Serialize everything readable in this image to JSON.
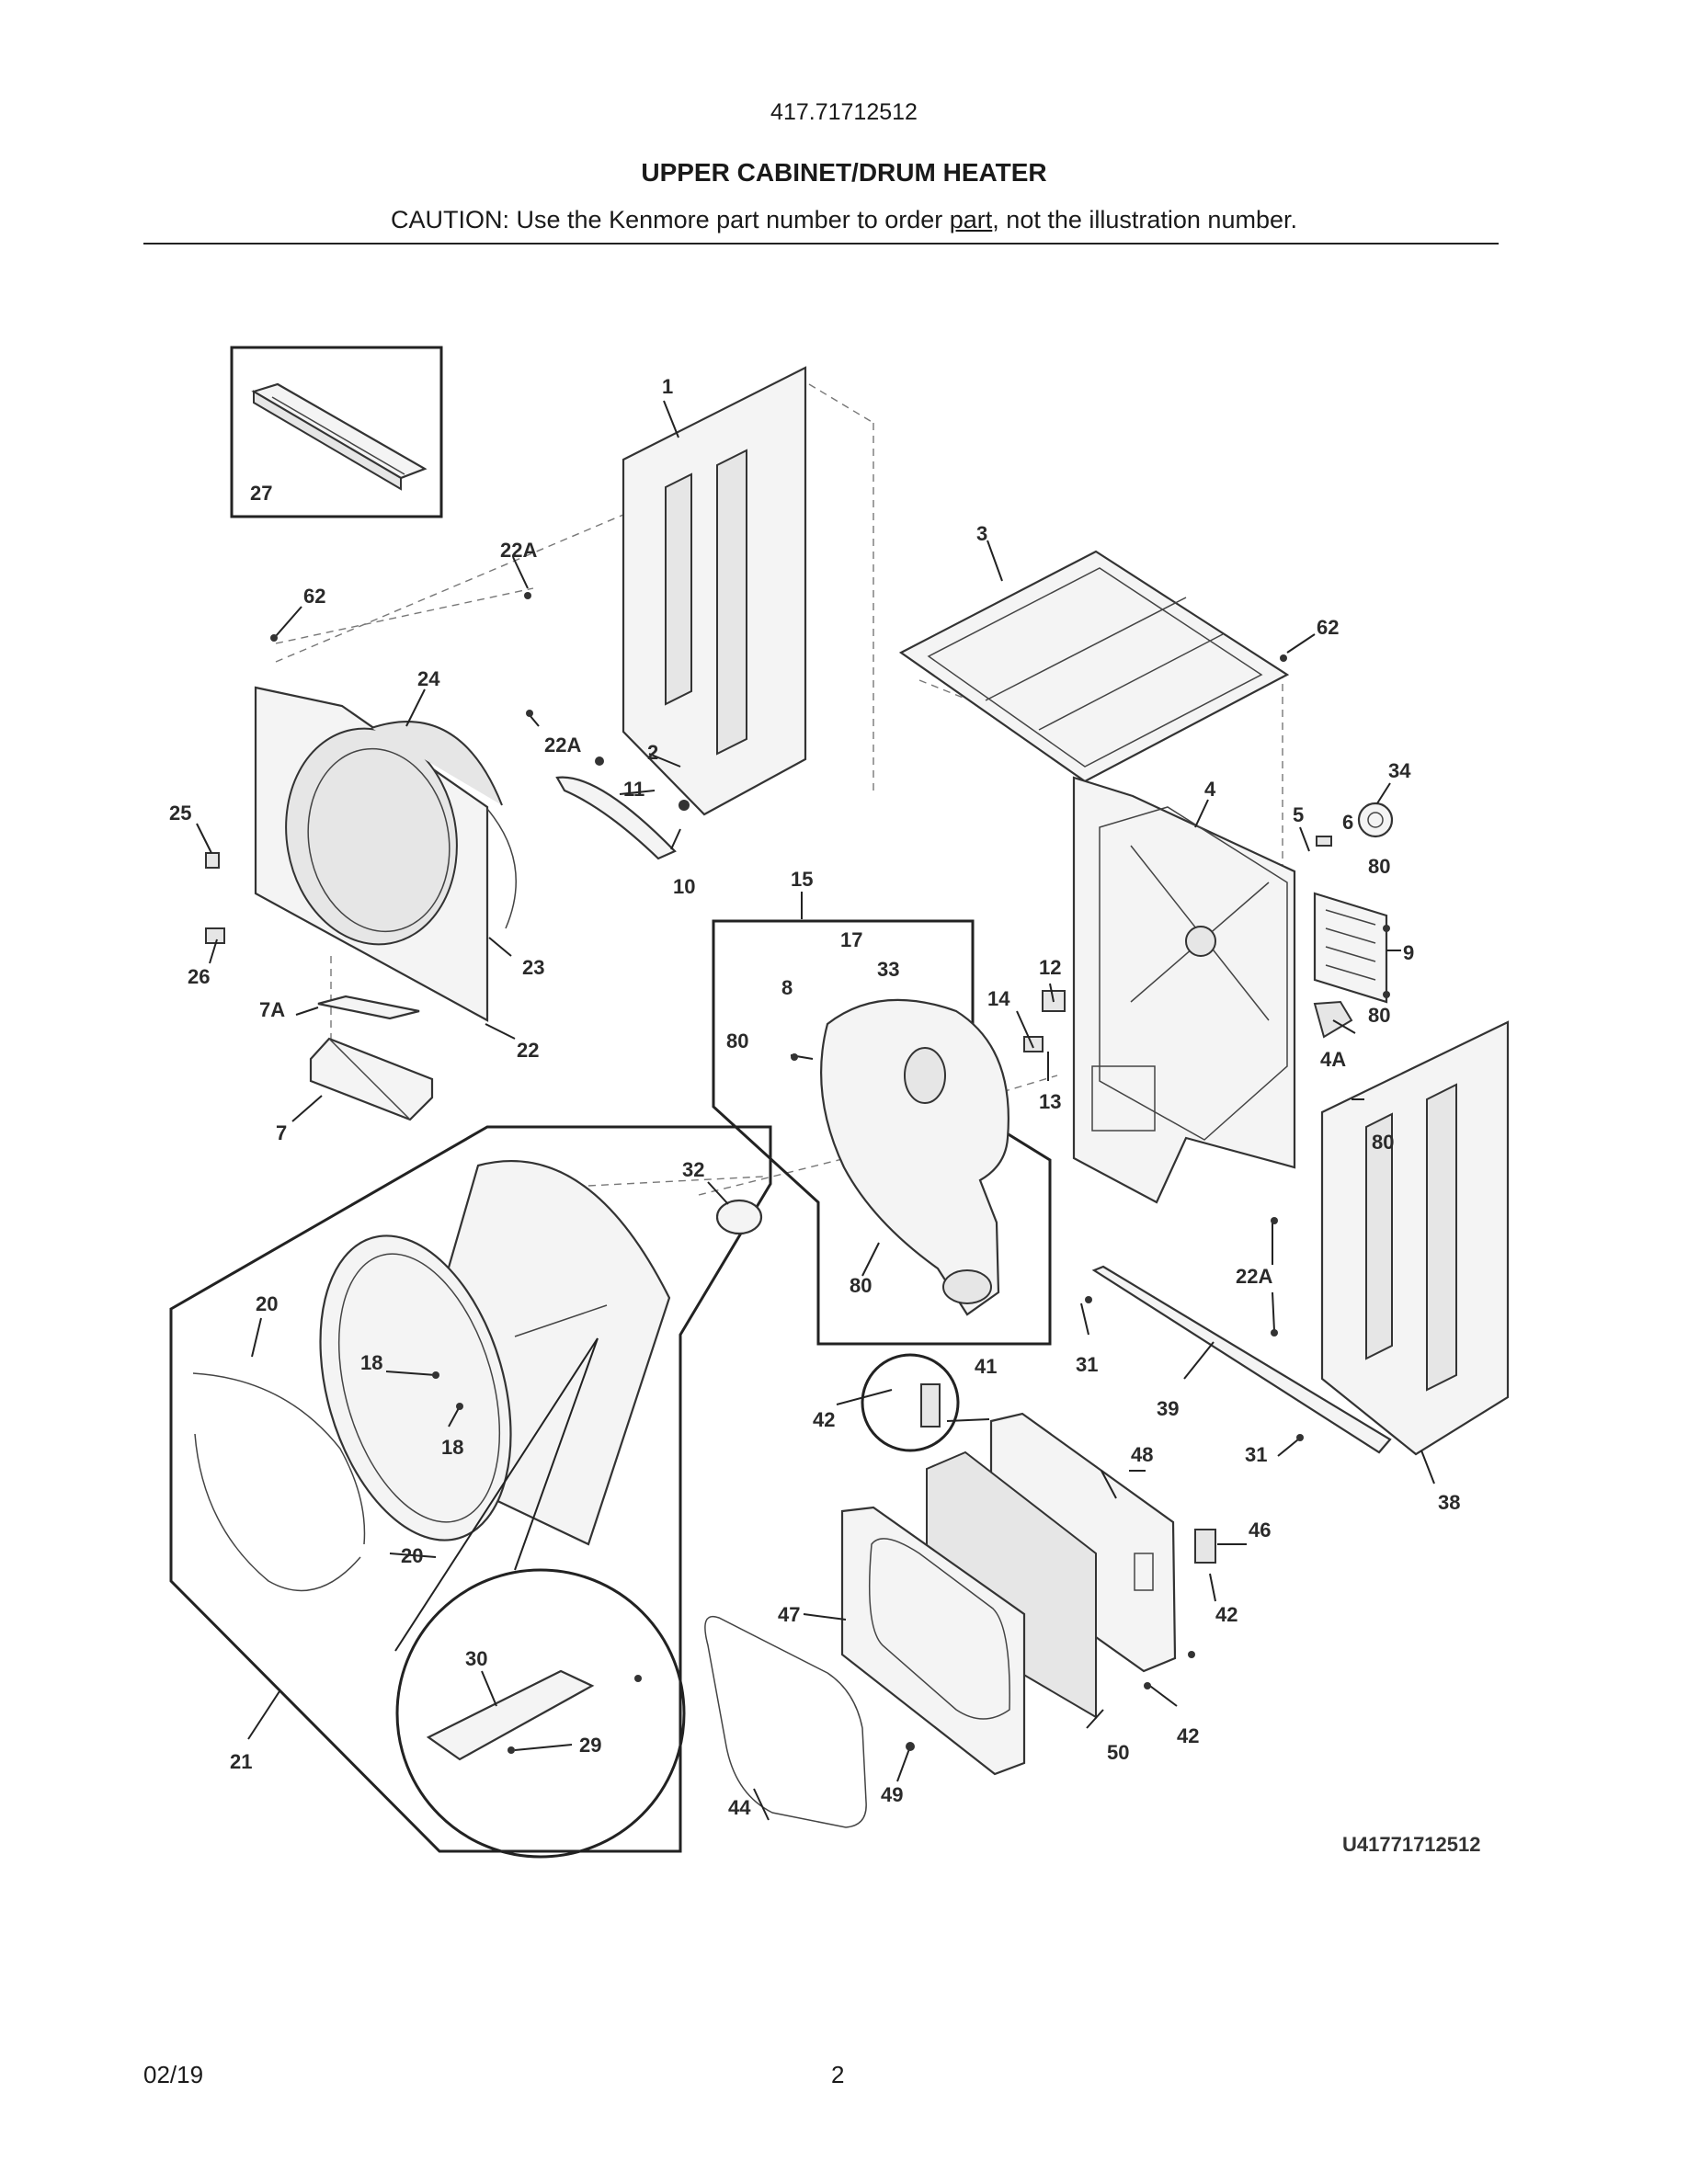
{
  "header": {
    "model_number": "417.71712512",
    "title": "UPPER CABINET/DRUM HEATER",
    "caution_prefix": "CAUTION: Use the Kenmore part number to order ",
    "caution_link": "part",
    "caution_suffix": ", not the illustration number."
  },
  "diagram": {
    "reference_code": "U41771712512",
    "callouts": {
      "c1": "1",
      "c2": "2",
      "c3": "3",
      "c4": "4",
      "c4A": "4A",
      "c5": "5",
      "c6": "6",
      "c7": "7",
      "c7A": "7A",
      "c8": "8",
      "c9": "9",
      "c10": "10",
      "c11": "11",
      "c12": "12",
      "c13": "13",
      "c14": "14",
      "c15": "15",
      "c17": "17",
      "c18a": "18",
      "c18b": "18",
      "c20a": "20",
      "c20b": "20",
      "c21": "21",
      "c22": "22",
      "c22Aa": "22A",
      "c22Ab": "22A",
      "c22Ac": "22A",
      "c23": "23",
      "c24": "24",
      "c25": "25",
      "c26": "26",
      "c27": "27",
      "c29": "29",
      "c30": "30",
      "c31a": "31",
      "c31b": "31",
      "c32": "32",
      "c33": "33",
      "c34": "34",
      "c38": "38",
      "c39": "39",
      "c41": "41",
      "c42a": "42",
      "c42b": "42",
      "c42c": "42",
      "c44": "44",
      "c46": "46",
      "c47": "47",
      "c48": "48",
      "c49": "49",
      "c50": "50",
      "c62a": "62",
      "c62b": "62",
      "c80a": "80",
      "c80b": "80",
      "c80c": "80",
      "c80d": "80",
      "c80e": "80"
    }
  },
  "footer": {
    "date": "02/19",
    "page_number": "2"
  }
}
